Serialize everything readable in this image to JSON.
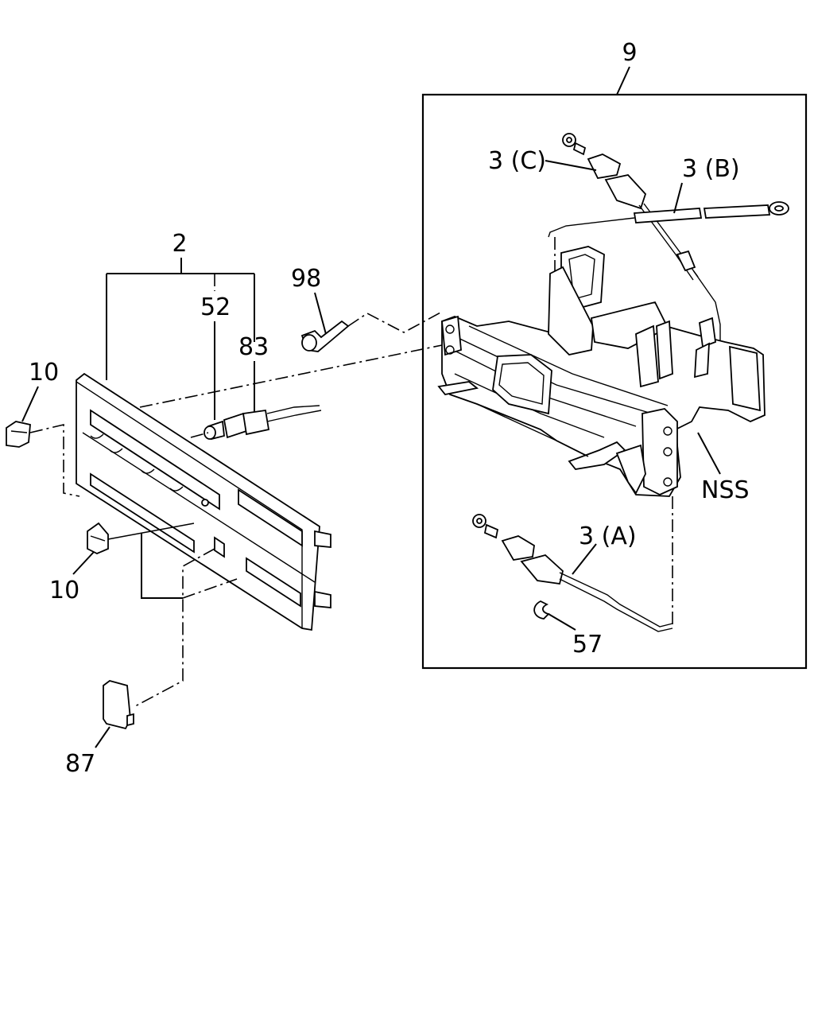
{
  "labels": {
    "assembly": "9",
    "cable_c": "3 (C)",
    "cable_b": "3 (B)",
    "cable_a": "3 (A)",
    "bolt": "98",
    "panel": "2",
    "bulb": "52",
    "socket": "83",
    "knob_top": "10",
    "knob_bottom": "10",
    "clip": "57",
    "nss": "NSS",
    "cap": "87"
  }
}
